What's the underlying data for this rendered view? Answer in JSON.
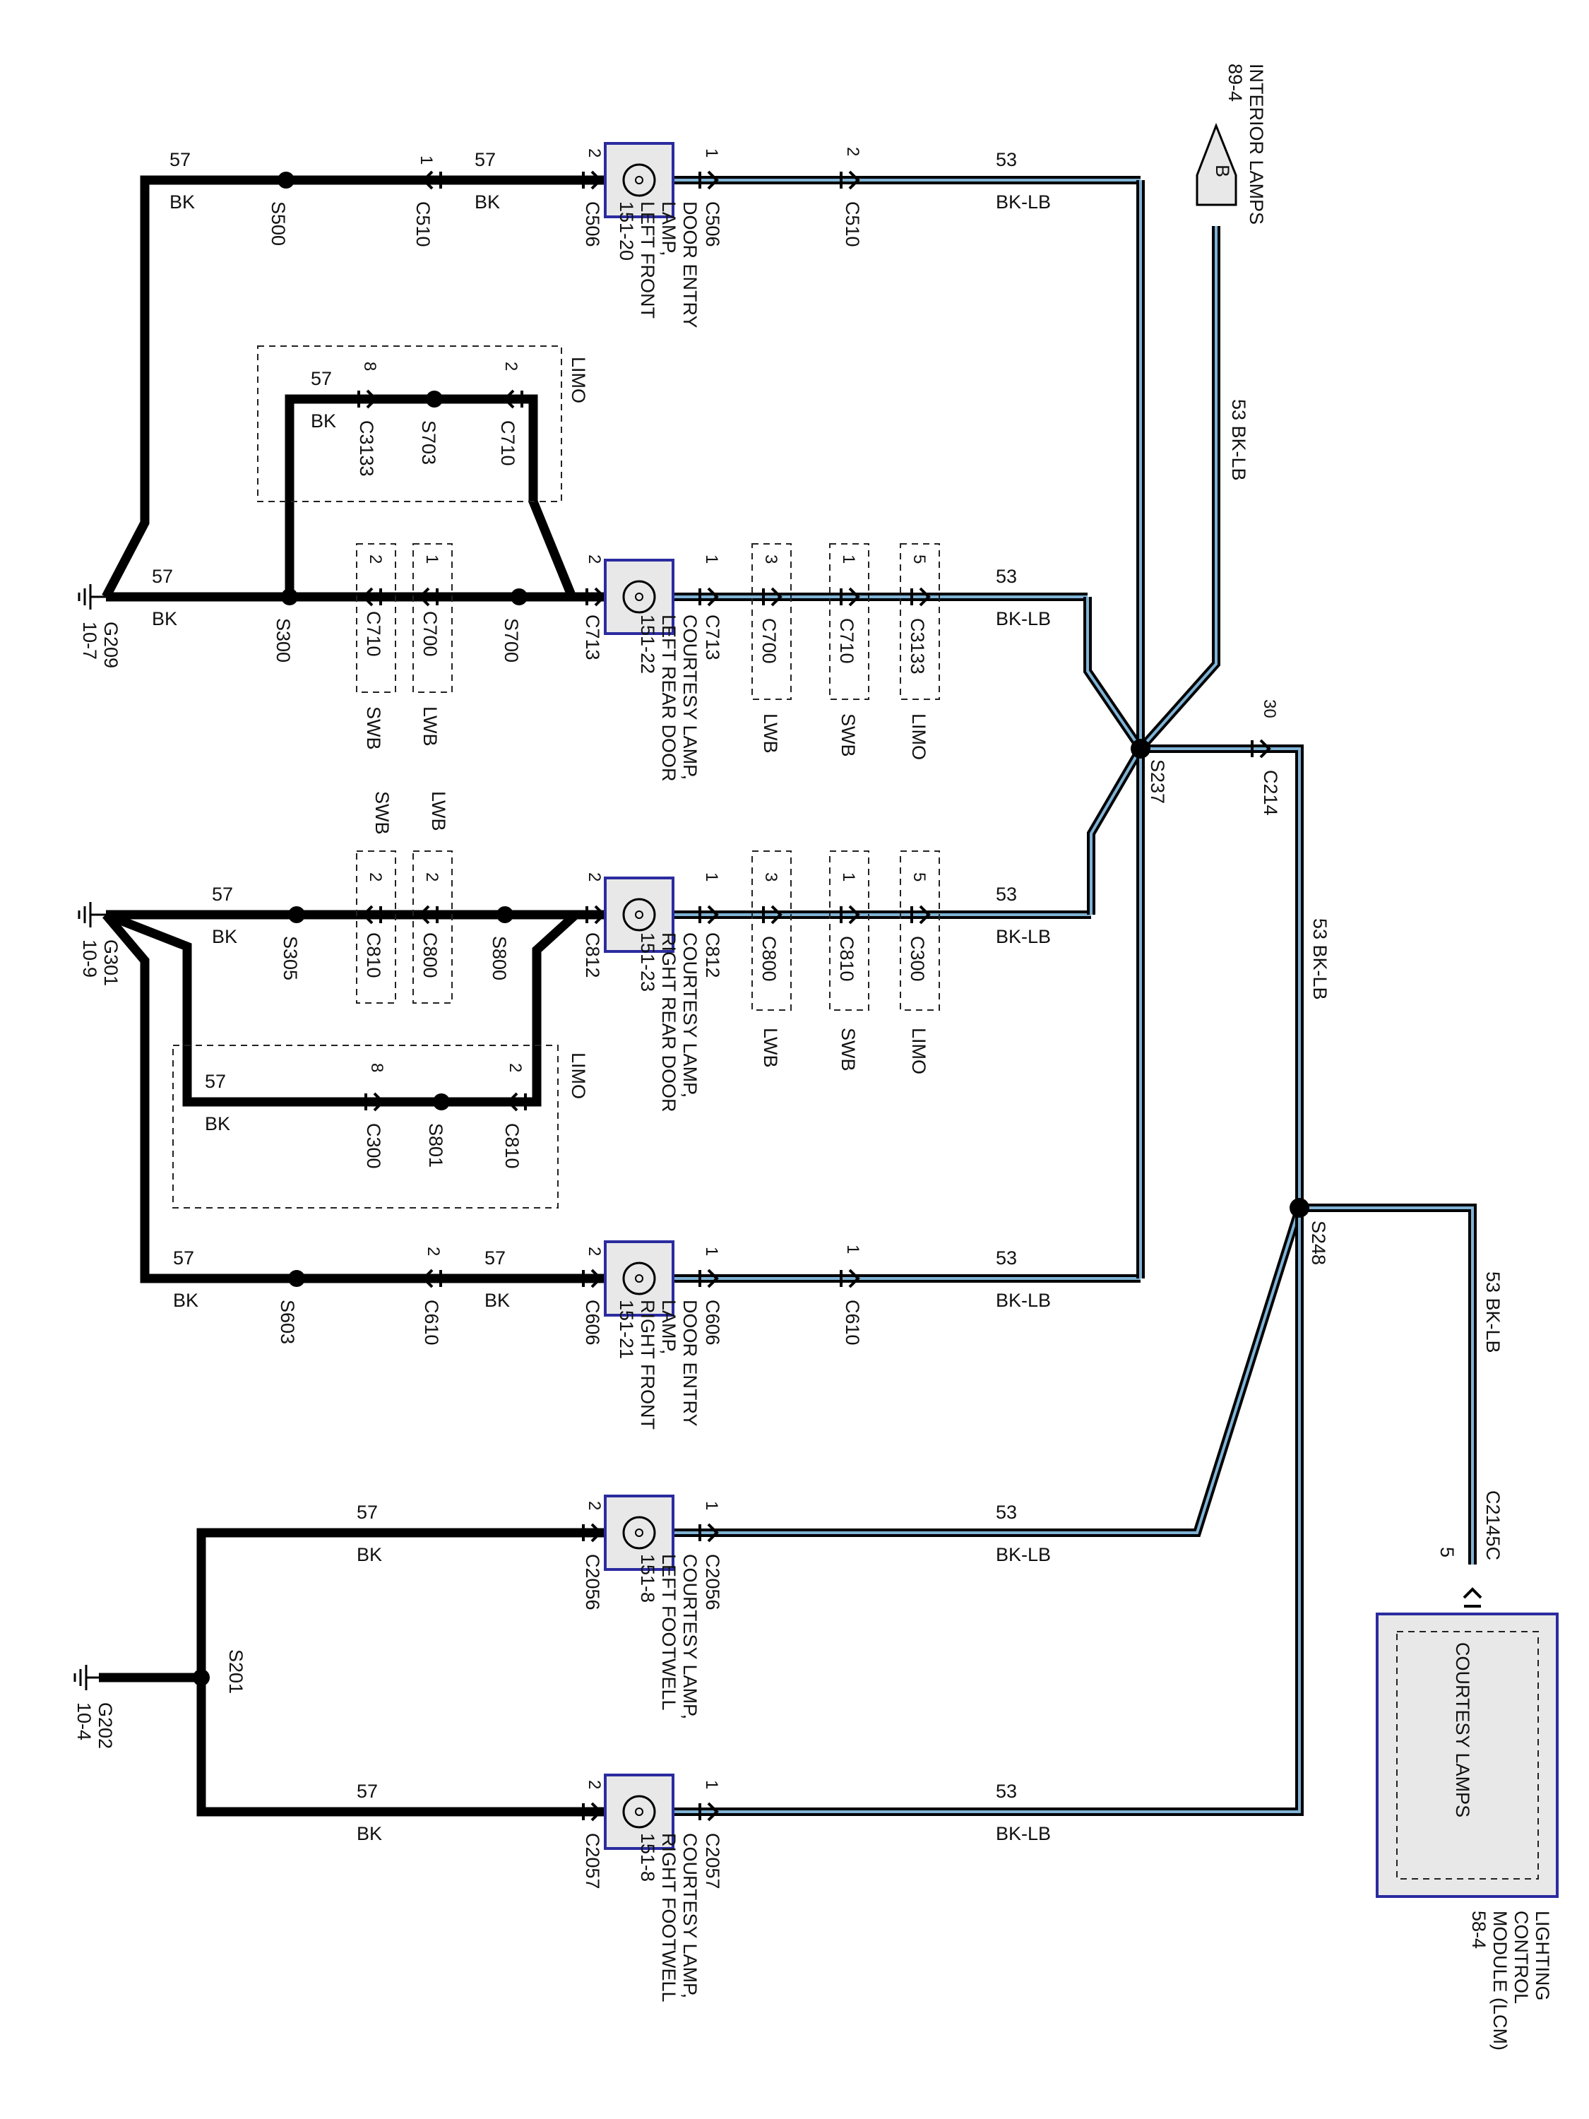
{
  "connector_interior": {
    "title": "INTERIOR LAMPS",
    "page": "89-4",
    "pin": "B"
  },
  "module": {
    "name": "LIGHTING\nCONTROL\nMODULE (LCM)",
    "page": "58-4",
    "inner_label": "COURTESY LAMPS",
    "connector": "C2145C",
    "pin": "5"
  },
  "grounds": [
    {
      "id": "G209",
      "page": "10-7"
    },
    {
      "id": "G301",
      "page": "10-9"
    },
    {
      "id": "G202",
      "page": "10-4"
    }
  ],
  "splices": [
    "S500",
    "S703",
    "S300",
    "S700",
    "S305",
    "S800",
    "S801",
    "S603",
    "S201",
    "S237",
    "S248"
  ],
  "lamps": [
    {
      "name": "DOOR ENTRY\nLAMP,\nLEFT FRONT",
      "page": "151-20",
      "conn_pin1": "C506",
      "conn_pin2": "C506"
    },
    {
      "name": "COURTESY LAMP,\nLEFT REAR DOOR",
      "page": "151-22",
      "conn_pin1": "C713",
      "conn_pin2": "C713"
    },
    {
      "name": "COURTESY LAMP,\nRIGHT REAR DOOR",
      "page": "151-23",
      "conn_pin1": "C812",
      "conn_pin2": "C812"
    },
    {
      "name": "DOOR ENTRY\nLAMP,\nRIGHT FRONT",
      "page": "151-21",
      "conn_pin1": "C606",
      "conn_pin2": "C606"
    },
    {
      "name": "COURTESY LAMP,\nLEFT FOOTWELL",
      "page": "151-8",
      "conn_pin1": "C2056",
      "conn_pin2": "C2056"
    },
    {
      "name": "COURTESY LAMP,\nRIGHT FOOTWELL",
      "page": "151-8",
      "conn_pin1": "C2057",
      "conn_pin2": "C2057"
    }
  ],
  "wires": {
    "feed_circuit": "53",
    "feed_color": "BK-LB",
    "feed_label": "53  BK-LB",
    "ground_circuit": "57",
    "ground_color": "BK",
    "c214_circuit": "30"
  },
  "inline_connectors": [
    {
      "name": "C510",
      "pin": "1"
    },
    {
      "name": "C510",
      "pin": "2"
    },
    {
      "name": "C3133",
      "pin": "8"
    },
    {
      "name": "C710",
      "pin": "2"
    },
    {
      "name": "C710",
      "pin": "2"
    },
    {
      "name": "C700",
      "pin": "1"
    },
    {
      "name": "C700",
      "pin": "3"
    },
    {
      "name": "C710",
      "pin": "1"
    },
    {
      "name": "C3133",
      "pin": "5"
    },
    {
      "name": "C810",
      "pin": "2"
    },
    {
      "name": "C800",
      "pin": "2"
    },
    {
      "name": "C800",
      "pin": "3"
    },
    {
      "name": "C810",
      "pin": "1"
    },
    {
      "name": "C300",
      "pin": "5"
    },
    {
      "name": "C300",
      "pin": "8"
    },
    {
      "name": "C810",
      "pin": "2"
    },
    {
      "name": "C610",
      "pin": "2"
    },
    {
      "name": "C610",
      "pin": "1"
    },
    {
      "name": "C214",
      "pin": "30"
    }
  ],
  "options": {
    "limo": "LIMO",
    "lwb": "LWB",
    "swb": "SWB"
  },
  "pins": {
    "p1": "1",
    "p2": "2"
  }
}
